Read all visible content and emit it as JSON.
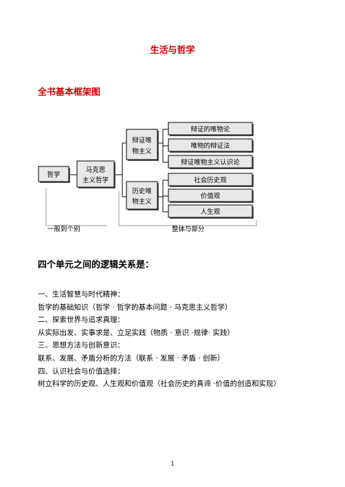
{
  "page_title": "生活与哲学",
  "section1_heading": "全书基本框架图",
  "diagram": {
    "root": "哲学",
    "marxist_line1": "马克思",
    "marxist_line2": "主义哲学",
    "dialectical_line1": "辩证唯",
    "dialectical_line2": "物主义",
    "historical_line1": "历史唯",
    "historical_line2": "物主义",
    "dialectical_children": [
      "辩证的唯物论",
      "唯物的辩证法",
      "辩证唯物主义认识论"
    ],
    "historical_children": [
      "社会历史观",
      "价值观",
      "人生观"
    ],
    "bracket_left": "一般到个别",
    "bracket_right": "整体与部分"
  },
  "section2_heading": "四个单元之间的逻辑关系是：",
  "units": [
    "一、生活智慧与时代精神：",
    "哲学的基础知识（哲学  ·  哲学的基本问题  ·  马克思主义哲学）",
    "二、探索世界与追求真理：",
    "从实际出发、实事求是、立足实践（物质  ·  意识  ·规律·  实践）",
    "三、思想方法与创新意识：",
    "联系、发展、矛盾分析的方法（联系  ·  发展  ·  矛盾  ·  创新）",
    "四、认识社会与价值选择：",
    "树立科学的历史观、人生观和价值观（社会历史的真谛  ·价值的创造和实现）"
  ],
  "page_number": "1"
}
